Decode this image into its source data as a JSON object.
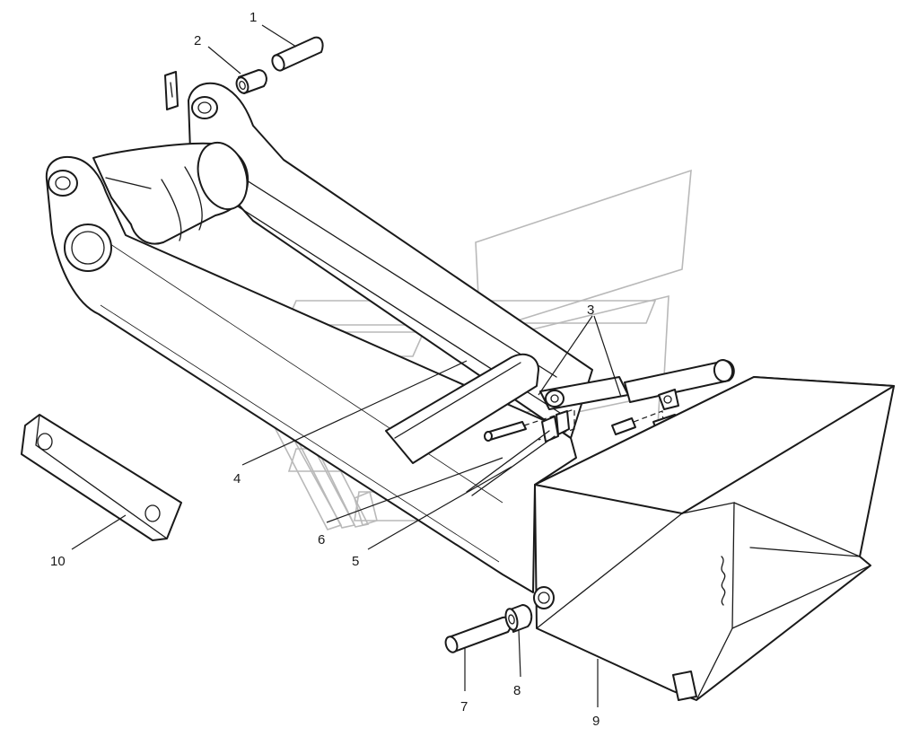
{
  "callouts": [
    {
      "id": "1",
      "label": "1"
    },
    {
      "id": "2",
      "label": "2"
    },
    {
      "id": "3",
      "label": "3"
    },
    {
      "id": "4",
      "label": "4"
    },
    {
      "id": "5",
      "label": "5"
    },
    {
      "id": "6",
      "label": "6"
    },
    {
      "id": "7",
      "label": "7"
    },
    {
      "id": "8",
      "label": "8"
    },
    {
      "id": "9",
      "label": "9"
    },
    {
      "id": "10",
      "label": "10"
    }
  ],
  "colors": {
    "ink": "#1a1a1a",
    "watermark": "#b9b9b9",
    "paper": "#ffffff"
  }
}
